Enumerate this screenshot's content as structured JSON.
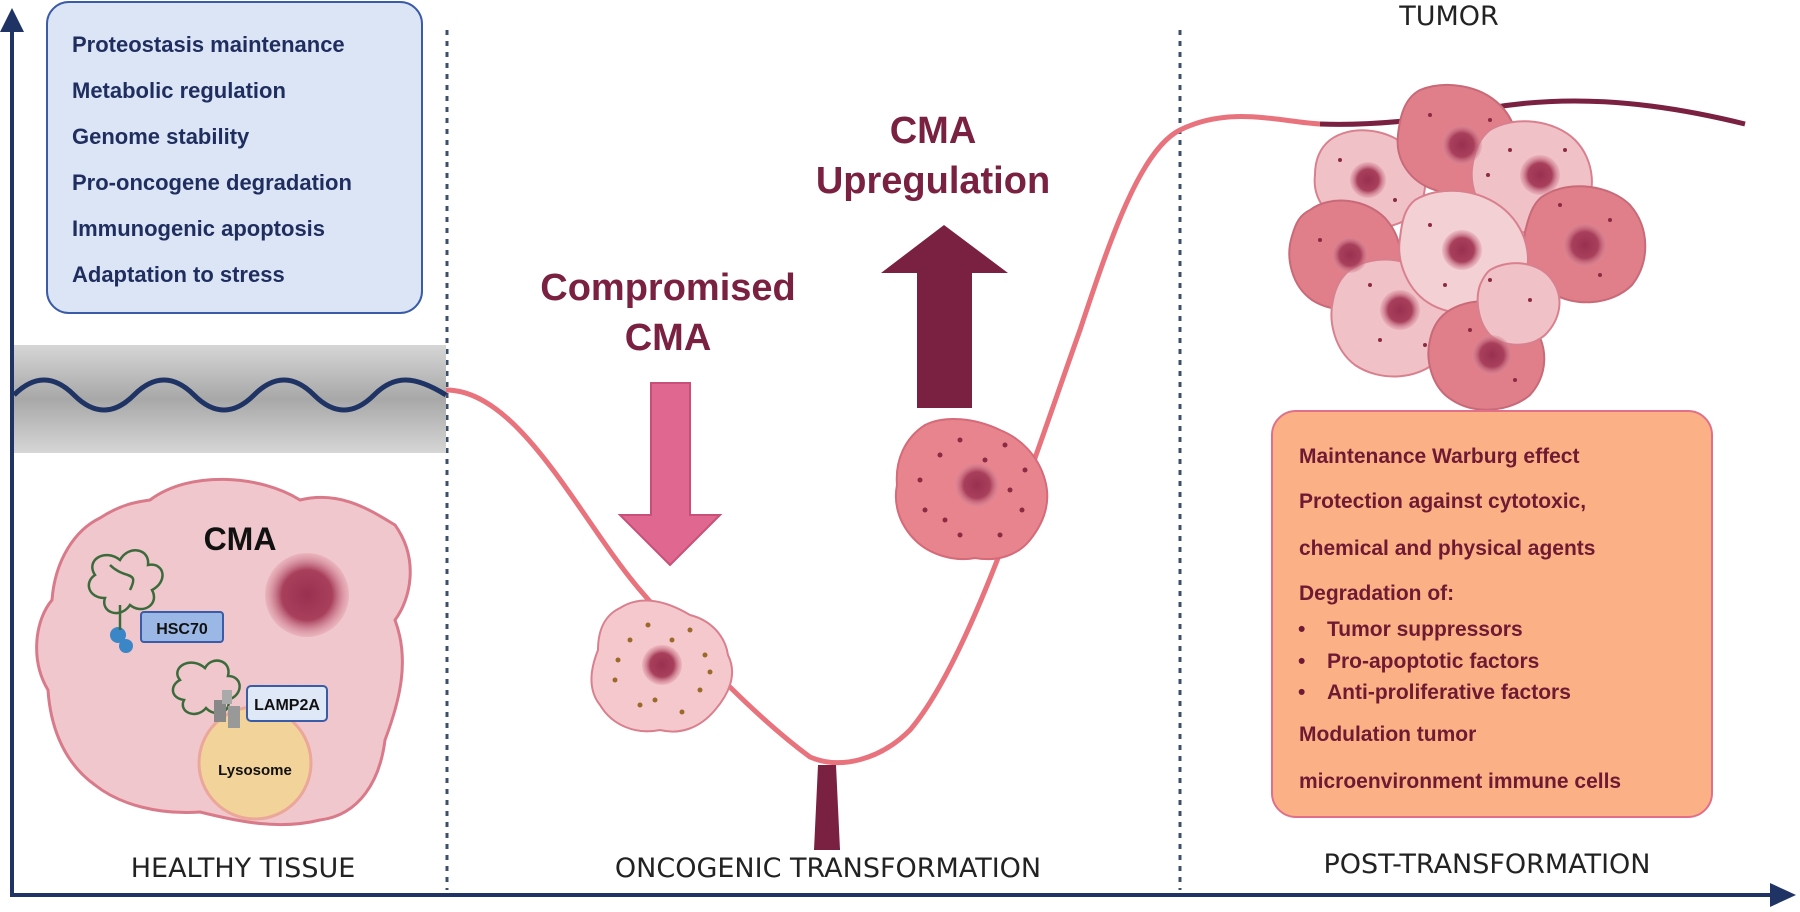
{
  "sections": {
    "healthy": "HEALTHY TISSUE",
    "oncogenic": "ONCOGENIC TRANSFORMATION",
    "post": "POST-TRANSFORMATION",
    "tumor": "TUMOR"
  },
  "healthy_box": {
    "items": [
      "Proteostasis maintenance",
      "Metabolic regulation",
      "Genome stability",
      "Pro-oncogene degradation",
      "Immunogenic apoptosis",
      "Adaptation to stress"
    ]
  },
  "cell": {
    "title": "CMA",
    "hsc70": "HSC70",
    "lamp2a": "LAMP2A",
    "lysosome": "Lysosome"
  },
  "labels": {
    "compromised_line1": "Compromised",
    "compromised_line2": "CMA",
    "upregulation_line1": "CMA",
    "upregulation_line2": "Upregulation"
  },
  "tumor_box": {
    "items": [
      "Maintenance Warburg effect",
      "Protection against cytotoxic,",
      "chemical and physical agents",
      "Degradation of:"
    ],
    "bullets": [
      "Tumor suppressors",
      "Pro-apoptotic factors",
      "Anti-proliferative factors"
    ],
    "tail": [
      "Modulation tumor",
      "microenvironment immune cells"
    ]
  },
  "colors": {
    "axis": "#1f3464",
    "curve": "#e8737d",
    "dark_arrow": "#7a2040",
    "pink_arrow": "#e06890",
    "blue_box_fill": "#dbe5f5",
    "blue_box_stroke": "#3a5ba8",
    "orange_box_fill": "#fbb185",
    "orange_box_stroke": "#e0708a",
    "cell_fill": "#f0c7cc",
    "cell_stroke": "#d97a8a",
    "nucleus": "#a23b55"
  }
}
